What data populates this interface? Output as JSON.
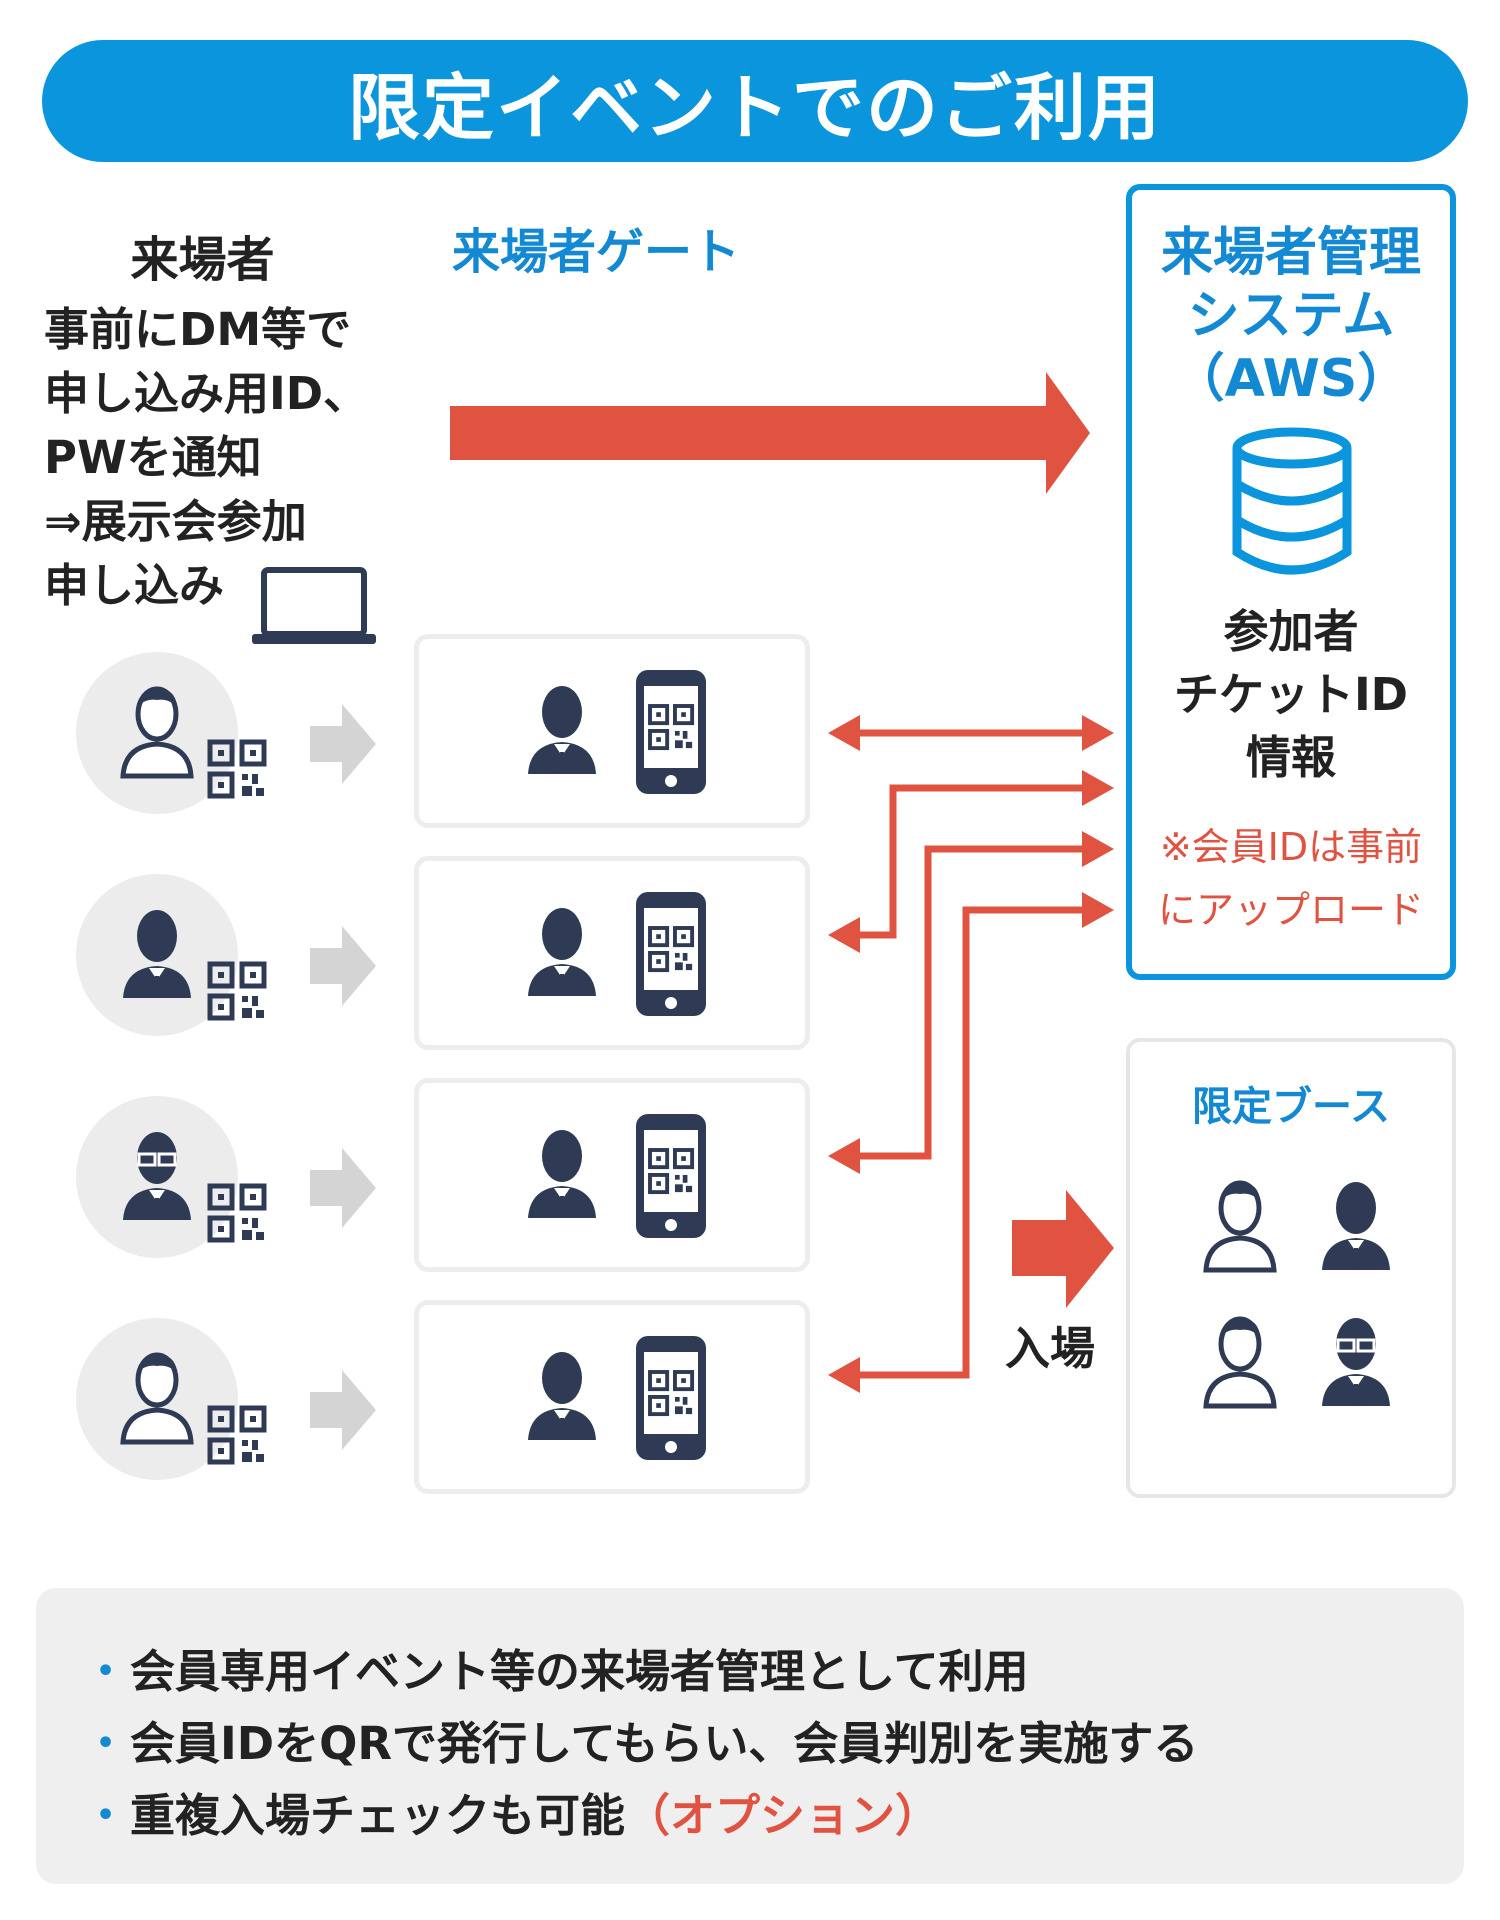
{
  "title": "限定イベントでのご利用",
  "colors": {
    "brand_blue": "#0a95dd",
    "arrow_red": "#e05341",
    "icon_navy": "#2f3b55",
    "gray_arrow": "#d4d4d4"
  },
  "visitor": {
    "heading": "来場者",
    "description": [
      "事前にDM等で",
      "申し込み用ID、",
      "PWを通知",
      "⇒展示会参加",
      "申し込み"
    ]
  },
  "gate": {
    "heading": "来場者ゲート"
  },
  "system": {
    "title": [
      "来場者管理",
      "システム",
      "（AWS）"
    ],
    "info": [
      "参加者",
      "チケットID",
      "情報"
    ],
    "note": [
      "※会員IDは事前",
      "にアップロード"
    ]
  },
  "booth": {
    "title": "限定ブース"
  },
  "entry_label": "入場",
  "icons": [
    "laptop-icon",
    "database-icon",
    "qr-code-icon",
    "smartphone-qr-icon",
    "person-icon"
  ],
  "notes": [
    {
      "text": "会員専用イベント等の来場者管理として利用",
      "highlight": ""
    },
    {
      "text": "会員IDをQRで発行してもらい、会員判別を実施する",
      "highlight": ""
    },
    {
      "text": "重複入場チェックも可能",
      "highlight": "（オプション）"
    }
  ]
}
